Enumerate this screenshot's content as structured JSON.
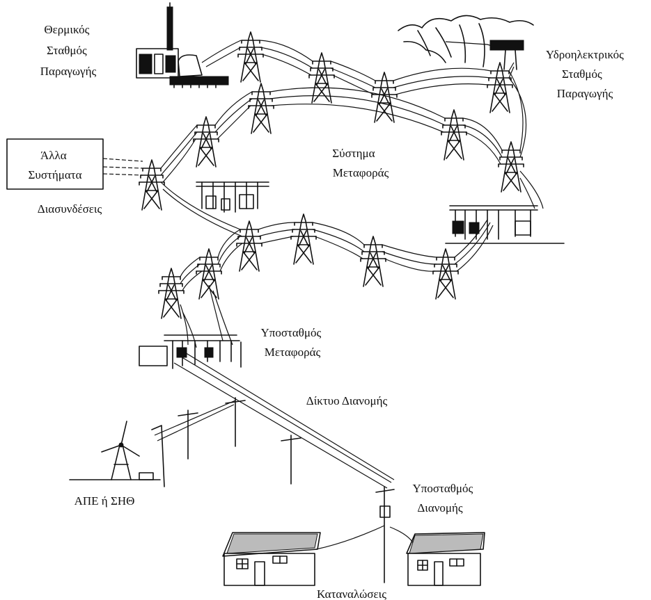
{
  "labels": {
    "thermal_plant": [
      "Θερμικός",
      "Σταθμός",
      "Παραγωγής"
    ],
    "hydro_plant": [
      "Υδροηλεκτρικός",
      "Σταθμός",
      "Παραγωγής"
    ],
    "other_systems": [
      "Άλλα",
      "Συστήματα"
    ],
    "interconnections": "Διασυνδέσεις",
    "transmission_system": [
      "Σύστημα",
      "Μεταφοράς"
    ],
    "transmission_substation": [
      "Υποσταθμός",
      "Μεταφοράς"
    ],
    "distribution_network": "Δίκτυο Διανομής",
    "renewables": "ΑΠΕ ή ΣΗΘ",
    "distribution_substation": [
      "Υποσταθμός",
      "Διανομής"
    ],
    "loads": "Καταναλώσεις"
  }
}
